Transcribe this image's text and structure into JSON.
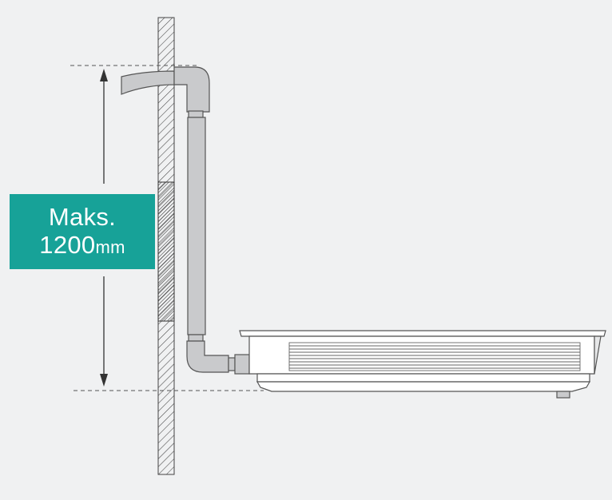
{
  "diagram": {
    "label": {
      "line1": "Maks.",
      "value": "1200",
      "unit": "mm"
    },
    "colors": {
      "background": "#f0f1f2",
      "label_box": "#17a298",
      "label_text": "#ffffff",
      "line": "#555555",
      "pipe_fill": "#c9cacc",
      "unit_fill": "#ffffff"
    }
  }
}
